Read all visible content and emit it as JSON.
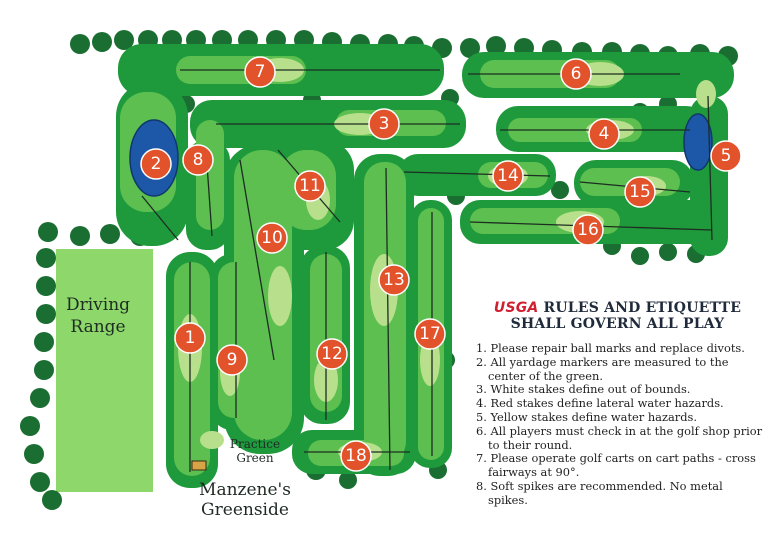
{
  "map": {
    "driving_range": {
      "line1": "Driving",
      "line2": "Range"
    },
    "practice_green": {
      "line1": "Practice",
      "line2": "Green"
    },
    "course_name": {
      "line1": "Manzene's",
      "line2": "Greenside"
    },
    "holes": [
      "1",
      "2",
      "3",
      "4",
      "5",
      "6",
      "7",
      "8",
      "9",
      "10",
      "11",
      "12",
      "13",
      "14",
      "15",
      "16",
      "17",
      "18"
    ]
  },
  "rules": {
    "brand": "USGA",
    "title_line1": "RULES AND ETIQUETTE",
    "title_line2": "SHALL GOVERN ALL PLAY",
    "items": [
      "1. Please repair ball marks and replace divots.",
      "2. All yardage markers are measured to the center of the green.",
      "3. White stakes define out of bounds.",
      "4. Red stakes define lateral water hazards.",
      "5. Yellow stakes define water hazards.",
      "6. All players must check in at the golf shop prior to their round.",
      "7. Please operate golf carts on cart paths - cross fairways at 90°.",
      "8. Soft spikes are recommended. No metal spikes."
    ]
  },
  "colors": {
    "rough": "#1e9a3c",
    "fairway": "#5cbf4f",
    "green": "#b8e08c",
    "tree": "#1a6e31",
    "range": "#8ed76a",
    "water": "#1d58a8",
    "marker": "#e2532b"
  }
}
